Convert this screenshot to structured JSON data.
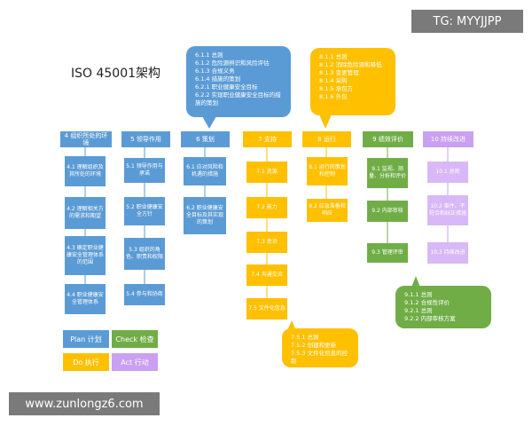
{
  "title": "ISO 45001架构",
  "watermark_top": "TG: MYYJJPP",
  "watermark_bottom": "www.zunlongz6.com",
  "colors": {
    "plan": "#5b9bd5",
    "do": "#ffc000",
    "check": "#70ad47",
    "act": "#c9a0f2"
  },
  "columns": [
    {
      "header": "4 组织所处的环境",
      "items": [
        "4.1 理解组织及其所处的环境",
        "4.2 理解相关方的需求和期望",
        "4.3 确定职业健康安全管理体系的范围",
        "4.4 职业健康安全管理体系"
      ]
    },
    {
      "header": "5 领导作用",
      "items": [
        "5.1 领导作用与承诺",
        "5.2 职业健康安全方针",
        "5.3 组织的角色、职责和权限",
        "5.4 参与和协商"
      ]
    },
    {
      "header": "6 策划",
      "items": [
        "6.1 应对风险和机遇的措施",
        "6.2 职业健康安全目标及其实现的策划"
      ]
    },
    {
      "header": "7 支持",
      "items": [
        "7.1 资源",
        "7.2 能力",
        "7.3 意识",
        "7.4 沟通交流",
        "7.5 文件化信息"
      ]
    },
    {
      "header": "8 运行",
      "items": [
        "8.1 运行的策划和控制",
        "8.2 应急准备和响应"
      ]
    },
    {
      "header": "9 绩效评价",
      "items": [
        "9.1 监视、测量、分析和评价",
        "9.2 内部审核",
        "9.3 管理评审"
      ]
    },
    {
      "header": "10 持续改进",
      "items": [
        "10.1 总则",
        "10.2 事件、不符合和纠正措施",
        "10.3 持续改进"
      ]
    }
  ],
  "bubbles": {
    "planning": "6.1.1 总则\n6.1.2 危险源辨识和风险评估\n6.1.3 合规义务\n6.1.4 措施的策划\n6.2.1 职业健康安全目标\n6.2.2 实现职业健康安全目标的措施的策划",
    "operation": "8.1.1 总则\n8.1.2 消除危险源和降低\n8.1.3 变更管理\n8.1.4 采购\n8.1.5 承包方\n8.1.6 外包",
    "evaluation": "9.1.1 总则\n9.1.2 合规性评价\n9.2.1 总则\n9.2.2 内部审核方案",
    "support": "7.5.1 总则\n7.5.2 创建和更新\n7.5.3 文件化信息的控制"
  },
  "legend": {
    "plan": "Plan 计划",
    "check": "Check 检查",
    "do": "Do 执行",
    "act": "Act 行动"
  }
}
